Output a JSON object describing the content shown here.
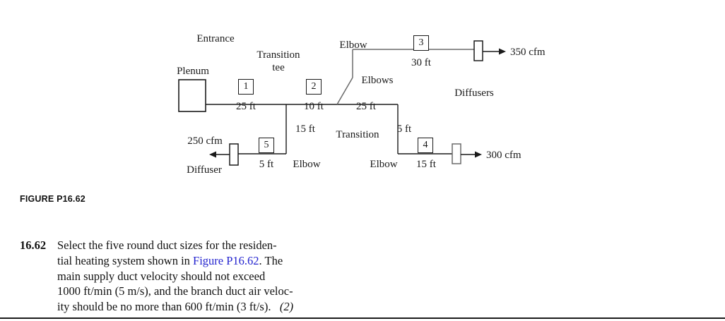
{
  "figure": {
    "caption": "FIGURE P16.62",
    "diagram_labels": {
      "entrance": "Entrance",
      "plenum": "Plenum",
      "transition_tee_line1": "Transition",
      "transition_tee_line2": "tee",
      "elbow_upper": "Elbow",
      "elbows_middle": "Elbows",
      "elbow_left_branch": "Elbow",
      "elbow_right_branch": "Elbow",
      "transition_lower": "Transition",
      "diffuser_left": "Diffuser",
      "diffusers_right": "Diffusers"
    },
    "segments": [
      {
        "id": "1",
        "length": "25 ft"
      },
      {
        "id": "2",
        "length": "10 ft"
      },
      {
        "id": "3",
        "length": "30 ft"
      },
      {
        "id": "4",
        "length": "15 ft"
      },
      {
        "id": "5",
        "length": "5 ft"
      }
    ],
    "unnumbered_lengths": {
      "main_to_riser": "25 ft",
      "branch_drop_left": "15 ft",
      "branch_drop_right": "5 ft"
    },
    "airflows": {
      "upper_right": "350 cfm",
      "lower_right": "300 cfm",
      "lower_left": "250 cfm"
    },
    "colors": {
      "line": "#1a1a1a",
      "duct_gray": "#5a5a5a",
      "text": "#1a1a1a"
    }
  },
  "problem": {
    "number": "16.62",
    "line1": "Select the five round duct sizes for the residen-",
    "line2_a": "tial heating system shown in ",
    "line2_link": "Figure P16.62",
    "line2_b": ". The",
    "line3": "main supply duct velocity should not exceed",
    "line4": "1000 ft/min (5 m/s), and the branch duct air veloc-",
    "line5": "ity should be no more than 600 ft/min (3 ft/s).",
    "points": "(2)",
    "link_color": "#2424cf"
  }
}
